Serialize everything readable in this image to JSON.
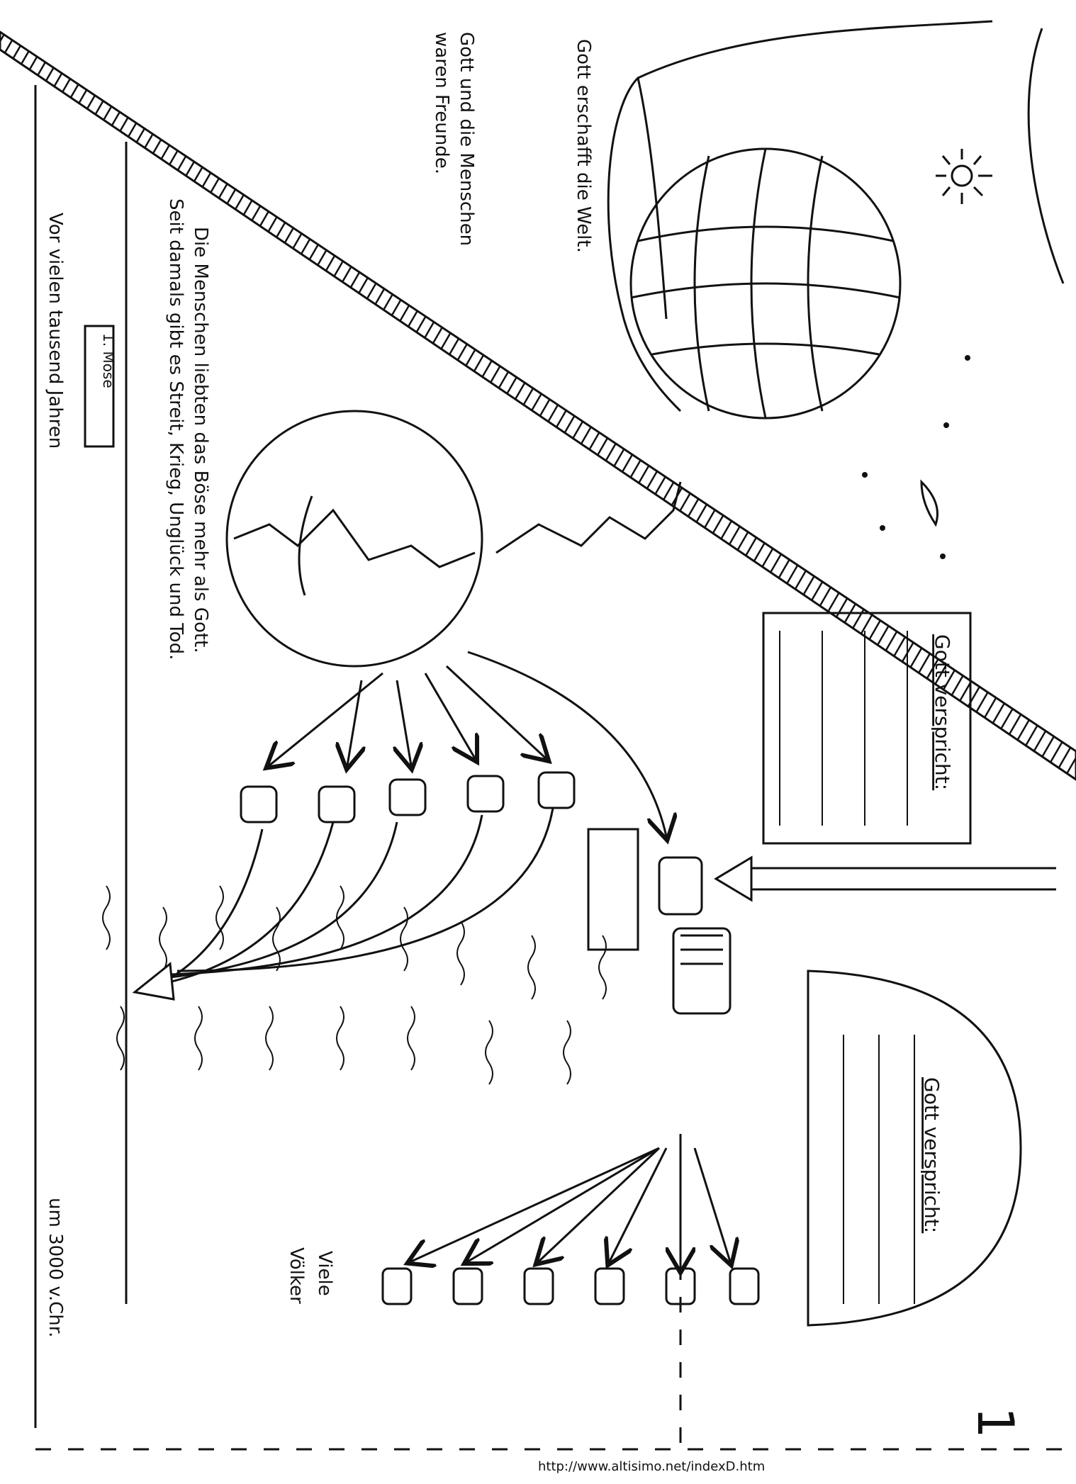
{
  "texts": {
    "creation": "Gott erschafft die Welt.",
    "friends_line1": "Gott und die Menschen",
    "friends_line2": "waren Freunde.",
    "evil_line1": "Die Menschen liebten das Böse mehr als Gott.",
    "evil_line2": "Seit damals gibt es Streit, Krieg, Unglück und Tod.",
    "timeline_start": "Vor vielen tausend Jahren",
    "timeline_end": "um 3000 v.Chr.",
    "book_label": "1. Mose",
    "promise_box_1_title": "Gott verspricht:",
    "promise_box_2_title": "Gott verspricht:",
    "many_peoples_line1": "Viele",
    "many_peoples_line2": "Völker",
    "page_number": "1",
    "footer_url": "http://www.altisimo.net/indexD.htm"
  },
  "colors": {
    "ink": "#111111",
    "paper": "#ffffff"
  }
}
